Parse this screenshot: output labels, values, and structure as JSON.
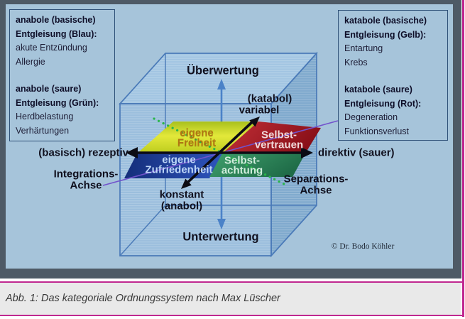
{
  "meta": {
    "caption": "Abb. 1: Das kategoriale Ordnungssystem nach Max Lüscher",
    "copyright": "© Dr. Bodo Köhler"
  },
  "palette": {
    "panel_background": "#a6c4da",
    "frame_slate": "#4e5a66",
    "accent_magenta": "#c02890",
    "cube_edge_blue": "#4a7ab8",
    "vertical_axis_blue": "#4b82c8",
    "integration_axis_purple": "#7253cc",
    "separation_axis_green": "#2ab54a",
    "quadrant_yellow": "#d4df2e",
    "quadrant_red": "#a81f29",
    "quadrant_blue": "#21409c",
    "quadrant_green": "#2f8a5c"
  },
  "boxes": {
    "left": {
      "sections": [
        {
          "title1": "anabole  (basische)",
          "title2": "Entgleisung (Blau):",
          "items": [
            "akute Entzündung",
            "Allergie"
          ]
        },
        {
          "title1": "anabole  (saure)",
          "title2": "Entgleisung (Grün):",
          "items": [
            "Herdbelastung",
            "Verhärtungen"
          ]
        }
      ]
    },
    "right": {
      "sections": [
        {
          "title1": "katabole  (basische)",
          "title2": "Entgleisung (Gelb):",
          "items": [
            "Entartung",
            "Krebs"
          ]
        },
        {
          "title1": "katabole  (saure)",
          "title2": "Entgleisung (Rot):",
          "items": [
            "Degeneration",
            "Funktionsverlust"
          ]
        }
      ]
    }
  },
  "axes": {
    "vertical_top": "Überwertung",
    "vertical_bottom": "Unterwertung",
    "horizontal_left": "(basisch) rezeptiv",
    "horizontal_right": "direktiv (sauer)",
    "depth_back_line1": "(katabol)",
    "depth_back_line2": "variabel",
    "depth_front_line1": "konstant",
    "depth_front_line2": "(anabol)",
    "integration_line1": "Integrations-",
    "integration_line2": "Achse",
    "separation_line1": "Separations-",
    "separation_line2": "Achse"
  },
  "plane": {
    "quadrants": [
      {
        "id": "freedom",
        "line1": "eigene",
        "line2": "Freiheit"
      },
      {
        "id": "trust",
        "line1": "Selbst-",
        "line2": "vertrauen"
      },
      {
        "id": "content",
        "line1": "eigene",
        "line2": "Zufriedenheit"
      },
      {
        "id": "respect",
        "line1": "Selbst-",
        "line2": "achtung"
      }
    ]
  }
}
